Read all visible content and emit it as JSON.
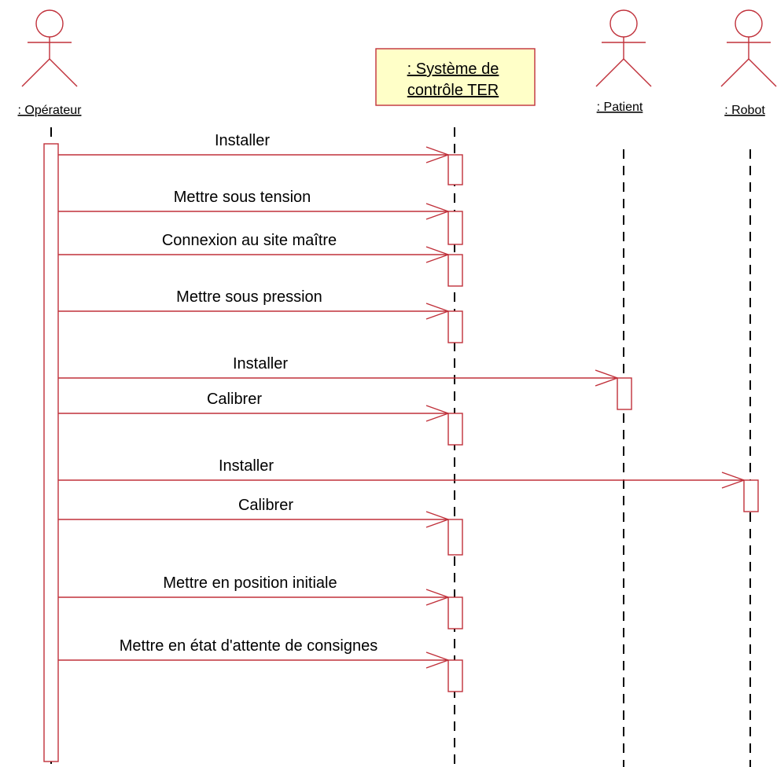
{
  "diagram": {
    "line_color": "#c0303a",
    "system_fill": "#ffffc8",
    "participants": [
      {
        "id": "operateur",
        "kind": "actor",
        "label": ": Opérateur"
      },
      {
        "id": "systeme",
        "kind": "object",
        "label_lines": [
          ": Système de",
          "contrôle TER"
        ]
      },
      {
        "id": "patient",
        "kind": "actor",
        "label": ": Patient"
      },
      {
        "id": "robot",
        "kind": "actor",
        "label": ": Robot"
      }
    ],
    "messages": [
      {
        "label": "Installer",
        "to": "systeme"
      },
      {
        "label": "Mettre sous tension",
        "to": "systeme"
      },
      {
        "label": "Connexion au site maître",
        "to": "systeme"
      },
      {
        "label": "Mettre sous pression",
        "to": "systeme"
      },
      {
        "label": "Installer",
        "to": "patient"
      },
      {
        "label": "Calibrer",
        "to": "systeme"
      },
      {
        "label": "Installer",
        "to": "robot"
      },
      {
        "label": "Calibrer",
        "to": "systeme"
      },
      {
        "label": "Mettre en position initiale",
        "to": "systeme"
      },
      {
        "label": "Mettre en état d'attente de consignes",
        "to": "systeme"
      }
    ]
  }
}
